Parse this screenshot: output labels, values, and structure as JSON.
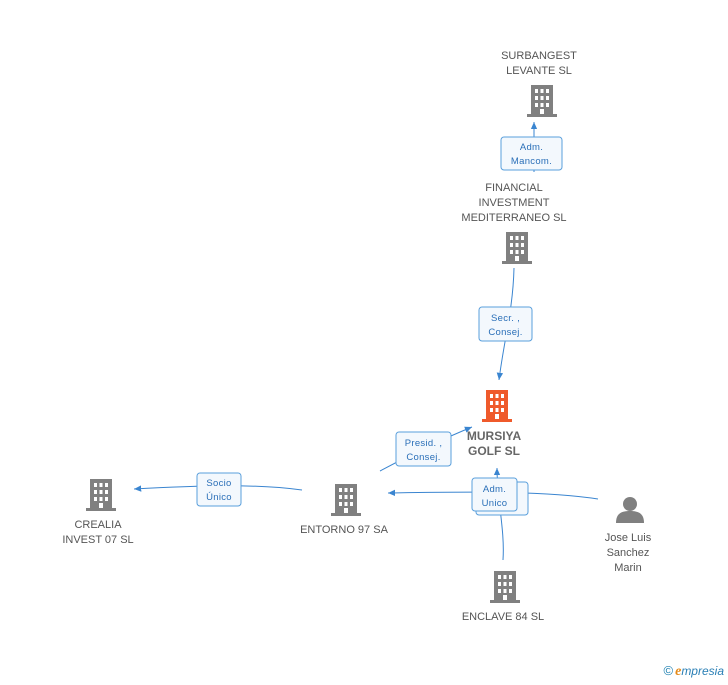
{
  "nodes": {
    "mursiya": {
      "lines": [
        "MURSIYA",
        "GOLF SL"
      ],
      "kind": "company",
      "highlight": true
    },
    "financial": {
      "lines": [
        "FINANCIAL",
        "INVESTMENT",
        "MEDITERRANEO SL"
      ],
      "kind": "company"
    },
    "surbangest": {
      "lines": [
        "SURBANGEST",
        "LEVANTE SL"
      ],
      "kind": "company"
    },
    "entorno": {
      "lines": [
        "ENTORNO 97 SA"
      ],
      "kind": "company"
    },
    "crealia": {
      "lines": [
        "CREALIA",
        "INVEST 07 SL"
      ],
      "kind": "company"
    },
    "enclave": {
      "lines": [
        "ENCLAVE 84  SL"
      ],
      "kind": "company"
    },
    "jose": {
      "lines": [
        "Jose Luis",
        "Sanchez",
        "Marin"
      ],
      "kind": "person"
    }
  },
  "edges": {
    "adm_mancom": {
      "lines": [
        "Adm.",
        "Mancom."
      ]
    },
    "secr_consej": {
      "lines": [
        "Secr. ,",
        "Consej."
      ]
    },
    "presid_consej": {
      "lines": [
        "Presid. ,",
        "Consej."
      ]
    },
    "socio_unico": {
      "lines": [
        "Socio",
        "Único"
      ]
    },
    "adm_unico": {
      "lines": [
        "Adm.",
        "Unico"
      ]
    }
  },
  "colors": {
    "building": "#808080",
    "building_highlight": "#ef5a2b",
    "person": "#808080",
    "edge": "#3a85d0"
  },
  "icons": {
    "company": "building-icon",
    "person": "person-icon"
  },
  "watermark": {
    "symbol": "©",
    "e": "e",
    "rest": "mpresia"
  }
}
